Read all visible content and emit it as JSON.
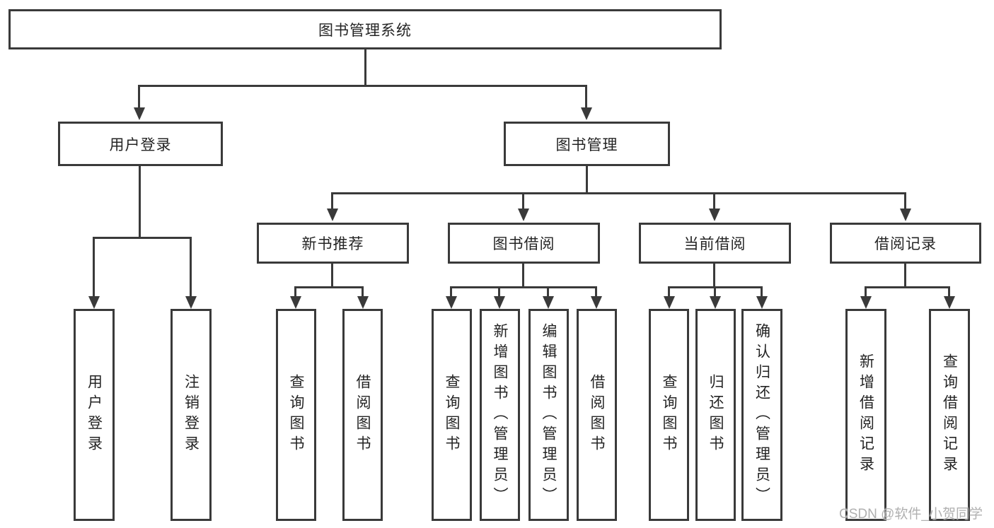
{
  "tree": {
    "root": "图书管理系统",
    "level2": [
      "用户登录",
      "图书管理"
    ],
    "login_children": [
      "用户登录",
      "注销登录"
    ],
    "mgmt_children": [
      "新书推荐",
      "图书借阅",
      "当前借阅",
      "借阅记录"
    ],
    "new_book_children": [
      "查询图书",
      "借阅图书"
    ],
    "book_borrow_children": [
      "查询图书",
      "新增图书（管理员）",
      "编辑图书（管理员）",
      "借阅图书"
    ],
    "current_borrow_children": [
      "查询图书",
      "归还图书",
      "确认归还（管理员）"
    ],
    "borrow_record_children": [
      "新增借阅记录",
      "查询借阅记录"
    ]
  },
  "watermark": "CSDN @软件_小贺同学",
  "colors": {
    "line": "#3a3a3a",
    "text": "#242424",
    "watermark": "#b0b0b0",
    "background": "#ffffff"
  }
}
